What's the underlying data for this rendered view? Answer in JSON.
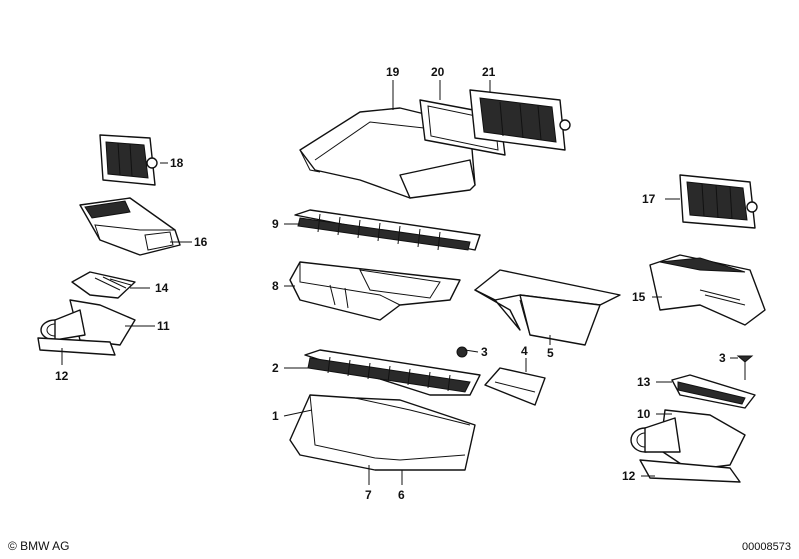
{
  "footer": {
    "copyright": "© BMW AG",
    "document_number": "00008573"
  },
  "callouts": {
    "c1": "1",
    "c2": "2",
    "c3a": "3",
    "c3b": "3",
    "c4": "4",
    "c5": "5",
    "c6": "6",
    "c7": "7",
    "c8": "8",
    "c9": "9",
    "c10": "10",
    "c11": "11",
    "c12a": "12",
    "c12b": "12",
    "c13": "13",
    "c14": "14",
    "c15": "15",
    "c16": "16",
    "c17": "17",
    "c18": "18",
    "c19": "19",
    "c20": "20",
    "c21": "21"
  }
}
